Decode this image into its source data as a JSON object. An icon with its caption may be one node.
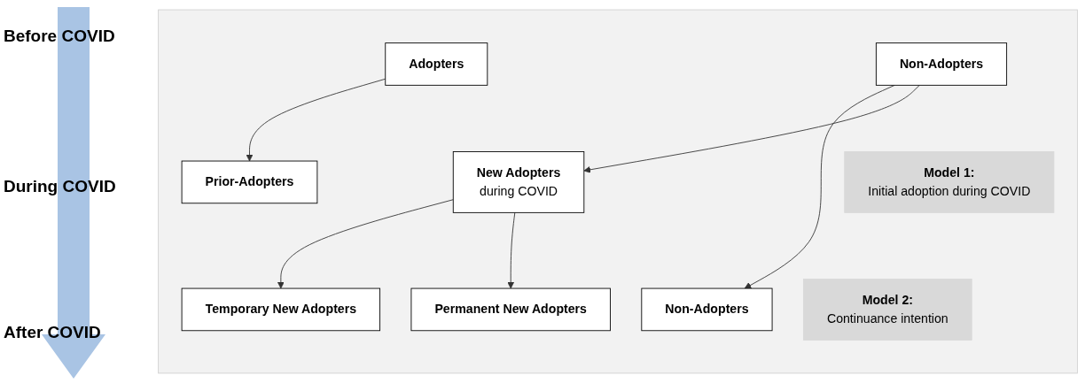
{
  "diagram": {
    "nodes": [
      {
        "text": [],
        "shape": "box"
      },
      {
        "text": [
          "Adopters"
        ],
        "in": 0
      },
      {
        "text": [
          "Non-Adopters"
        ],
        "in": 0
      },
      {
        "text": [
          "Model 1:",
          "Initial adoption during COVID"
        ],
        "in": 0
      },
      {
        "text": [
          "New Adopters",
          "during COVID"
        ],
        "in": 0
      },
      {
        "text": [
          "Model 2:",
          "Continuance intention"
        ],
        "in": 0
      },
      {
        "text": [
          "Prior-Adopters"
        ],
        "in": 0
      },
      {
        "text": [
          "Non-Adopters"
        ],
        "in": 0
      },
      {
        "text": [
          "Temporary New Adopters"
        ],
        "in": 0
      },
      {
        "text": [
          "Permanent New Adopters"
        ],
        "in": 0
      }
    ],
    "edges": [
      {
        "from": 1,
        "to": 6,
        "arrow": "to"
      },
      {
        "from": 2,
        "to": 7,
        "arrow": "to"
      },
      {
        "from": 2,
        "to": 4,
        "arrow": "to"
      },
      {
        "from": 4,
        "to": 8,
        "arrow": "to"
      },
      {
        "from": 4,
        "to": 9,
        "arrow": "to"
      }
    ],
    "labels": [
      "Before COVID",
      "During COVID",
      "After COVID"
    ]
  }
}
